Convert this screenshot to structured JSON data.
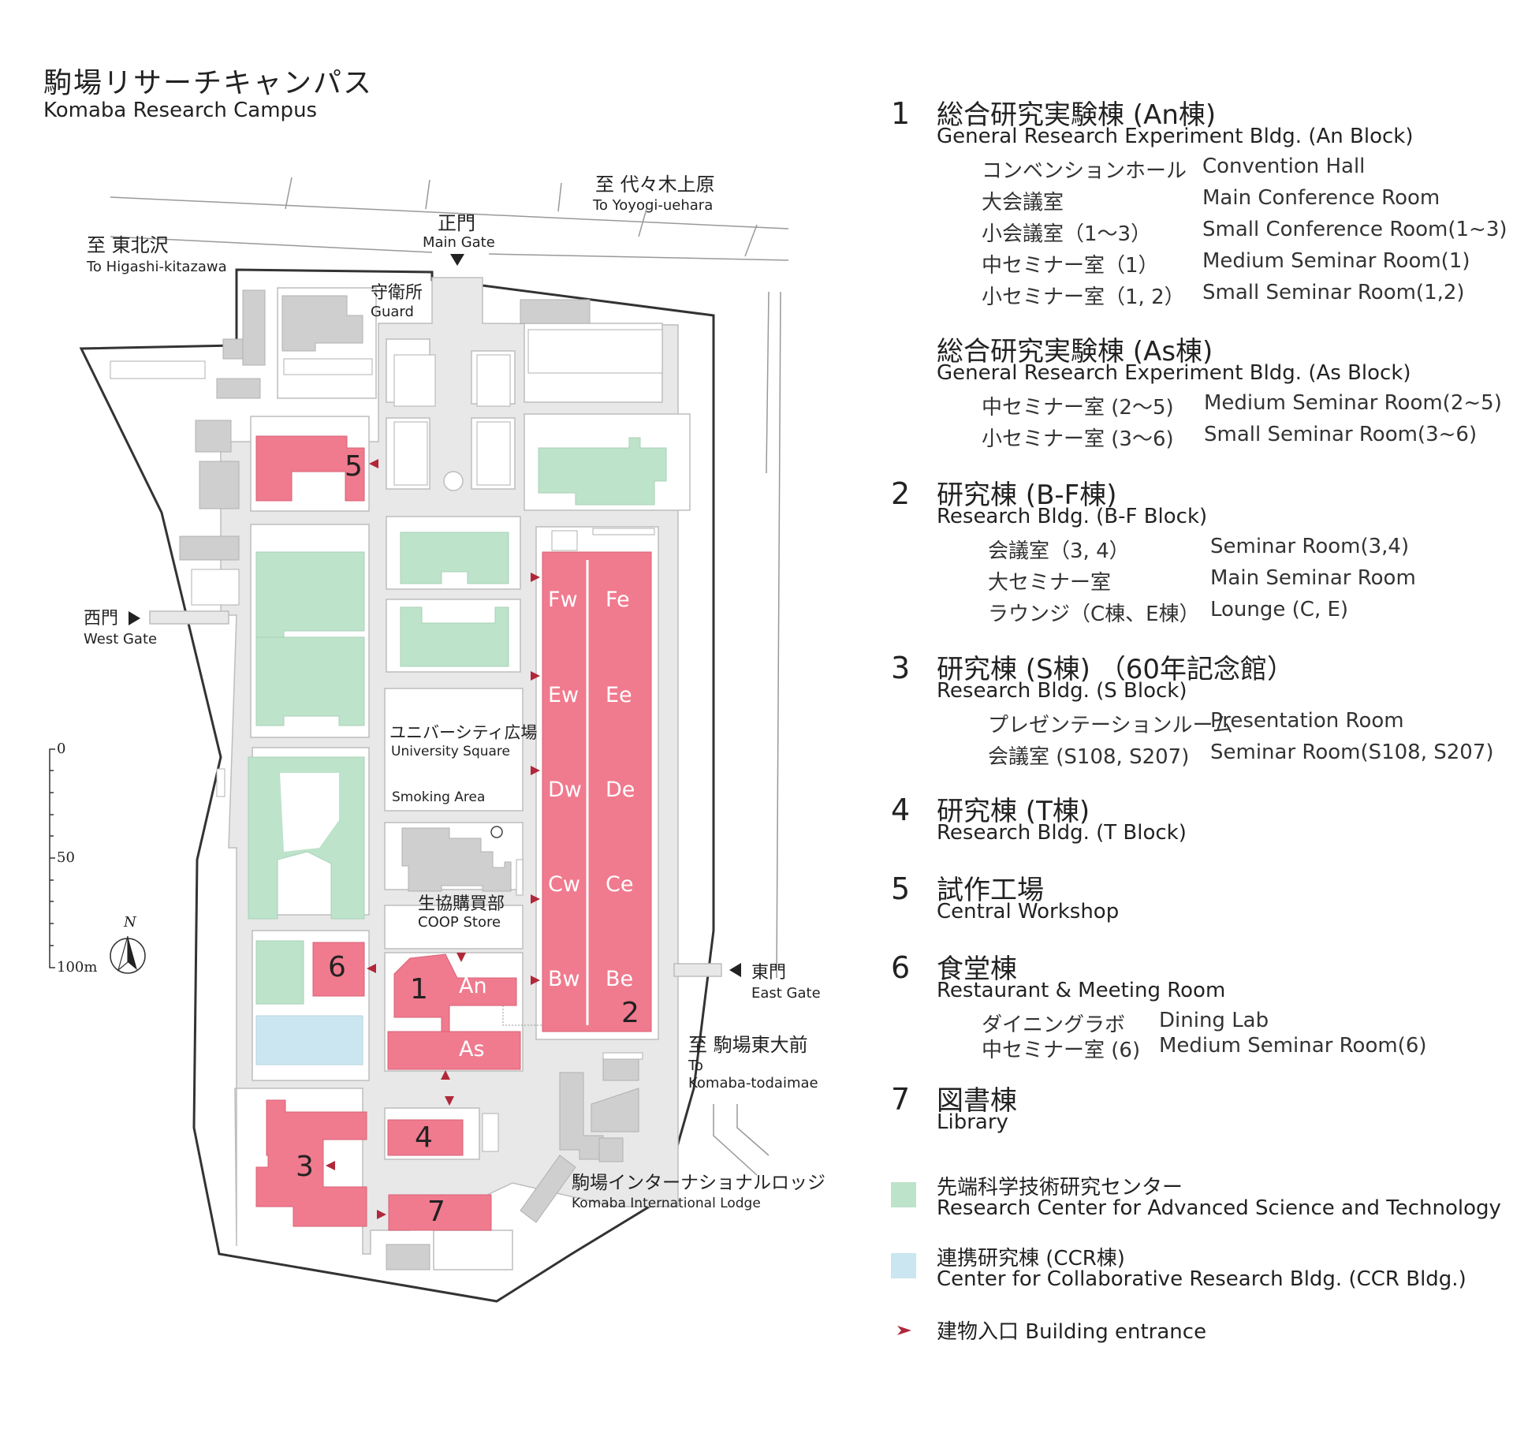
{
  "title": {
    "jp": "駒場リサーチキャンパス",
    "en": "Komaba Research Campus"
  },
  "map": {
    "directions": {
      "north": {
        "jp": "至 東北沢",
        "en": "To Higashi-kitazawa"
      },
      "northeast": {
        "jp": "至 代々木上原",
        "en": "To Yoyogi-uehara"
      },
      "southeast": {
        "jp": "至 駒場東大前",
        "en1": "To",
        "en2": "Komaba-todaimae"
      }
    },
    "gates": {
      "main": {
        "jp": "正門",
        "en": "Main Gate"
      },
      "west": {
        "jp": "西門",
        "en": "West Gate"
      },
      "east": {
        "jp": "東門",
        "en": "East Gate"
      },
      "guard": {
        "jp": "守衛所",
        "en": "Guard"
      }
    },
    "places": {
      "square": {
        "jp": "ユニバーシティ広場",
        "en": "University Square"
      },
      "smoking": "Smoking Area",
      "coop": {
        "jp": "生協購買部",
        "en": "COOP Store"
      },
      "lodge": {
        "jp": "駒場インターナショナルロッジ",
        "en": "Komaba International Lodge"
      }
    },
    "building_labels": [
      "1",
      "2",
      "3",
      "4",
      "5",
      "6",
      "7"
    ],
    "block_labels": {
      "an": "An",
      "as": "As",
      "fw": "Fw",
      "fe": "Fe",
      "ew": "Ew",
      "ee": "Ee",
      "dw": "Dw",
      "de": "De",
      "cw": "Cw",
      "ce": "Ce",
      "bw": "Bw",
      "be": "Be"
    },
    "scale": {
      "s0": "0",
      "s50": "50",
      "s100": "100m",
      "north": "N"
    },
    "colors": {
      "building": "#f07a8e",
      "rcast": "#bde3cb",
      "ccr": "#cbe6f0",
      "road": "#e8e8e8",
      "grey": "#cfcfcf",
      "entrance": "#b0283a"
    }
  },
  "legend": {
    "items": [
      {
        "num": "1",
        "jp": "総合研究実験棟 (An棟)",
        "en": "General Research Experiment Bldg. (An Block)",
        "rows": [
          [
            "コンベンションホール",
            "Convention Hall"
          ],
          [
            "大会議室",
            "Main Conference Room"
          ],
          [
            "小会議室（1〜3）",
            "Small Conference Room(1~3)"
          ],
          [
            "中セミナー室（1）",
            "Medium Seminar Room(1)"
          ],
          [
            "小セミナー室（1, 2）",
            "Small Seminar Room(1,2)"
          ]
        ]
      },
      {
        "num": "",
        "jp": "総合研究実験棟 (As棟)",
        "en": "General Research Experiment Bldg. (As Block)",
        "rows": [
          [
            "中セミナー室 (2〜5)",
            "Medium Seminar Room(2~5)"
          ],
          [
            "小セミナー室 (3〜6)",
            "Small Seminar Room(3~6)"
          ]
        ]
      },
      {
        "num": "2",
        "jp": "研究棟 (B-F棟)",
        "en": "Research Bldg. (B-F Block)",
        "rows": [
          [
            "会議室（3, 4）",
            "Seminar Room(3,4)"
          ],
          [
            "大セミナー室",
            "Main Seminar Room"
          ],
          [
            "ラウンジ（C棟、E棟）",
            "Lounge (C, E)"
          ]
        ]
      },
      {
        "num": "3",
        "jp": "研究棟 (S棟) （60年記念館）",
        "en": "Research Bldg. (S Block)",
        "rows": [
          [
            "プレゼンテーションルーム",
            "Presentation Room"
          ],
          [
            "会議室 (S108, S207)",
            "Seminar Room(S108, S207)"
          ]
        ]
      },
      {
        "num": "4",
        "jp": "研究棟 (T棟)",
        "en": "Research Bldg. (T Block)",
        "rows": []
      },
      {
        "num": "5",
        "jp": "試作工場",
        "en": "Central Workshop",
        "rows": []
      },
      {
        "num": "6",
        "jp": "食堂棟",
        "en": "Restaurant & Meeting Room",
        "rows": [
          [
            "ダイニングラボ",
            "Dining Lab"
          ],
          [
            "中セミナー室 (6)",
            "Medium Seminar Room(6)"
          ]
        ]
      },
      {
        "num": "7",
        "jp": "図書棟",
        "en": "Library",
        "rows": []
      }
    ],
    "rcast": {
      "jp": "先端科学技術研究センター",
      "en": "Research Center for Advanced Science and Technology",
      "color": "#bde3cb"
    },
    "ccr": {
      "jp": "連携研究棟 (CCR棟)",
      "en": "Center for Collaborative Research Bldg. (CCR Bldg.)",
      "color": "#cbe6f0"
    },
    "entrance": {
      "text": "建物入口 Building entrance",
      "color": "#b0283a"
    }
  }
}
